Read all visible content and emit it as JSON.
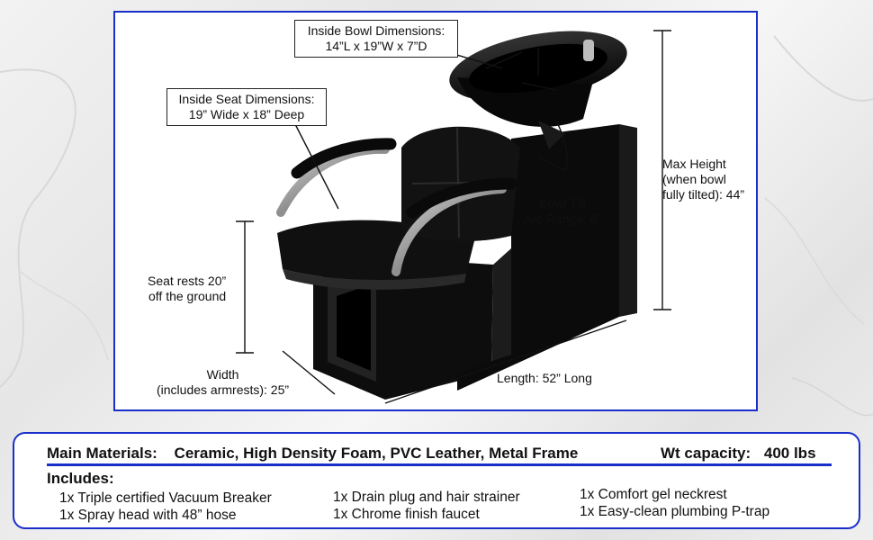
{
  "callouts": {
    "bowl": {
      "line1": "Inside Bowl Dimensions:",
      "line2": "14”L x 19”W x 7”D"
    },
    "seat": {
      "line1": "Inside Seat Dimensions:",
      "line2": "19” Wide x 18” Deep"
    }
  },
  "labels": {
    "max_height": {
      "line1": "Max Height",
      "line2": "(when bowl",
      "line3": "fully tilted): 44”"
    },
    "bowl_tilt": {
      "line1": "Bowl Tilt",
      "line2": "Arc Range: 6”"
    },
    "seat_height": {
      "line1": "Seat rests 20”",
      "line2": "off the ground"
    },
    "width": {
      "line1": "Width",
      "line2": "(includes armrests): 25”"
    },
    "length": "Length: 52” Long"
  },
  "info": {
    "materials_label": "Main Materials:",
    "materials_value": "Ceramic, High Density Foam, PVC Leather, Metal Frame",
    "wt_label": "Wt capacity:",
    "wt_value": "400 lbs",
    "includes_label": "Includes:",
    "includes": [
      "1x Triple certified Vacuum Breaker",
      "1x Spray head with 48” hose",
      "1x Drain plug and hair strainer",
      "1x Chrome finish faucet",
      "1x Comfort gel neckrest",
      "1x Easy-clean plumbing P-trap"
    ]
  },
  "colors": {
    "accent": "#1a2fc9",
    "chair": "#111111",
    "metal": "#9a9a9a"
  }
}
